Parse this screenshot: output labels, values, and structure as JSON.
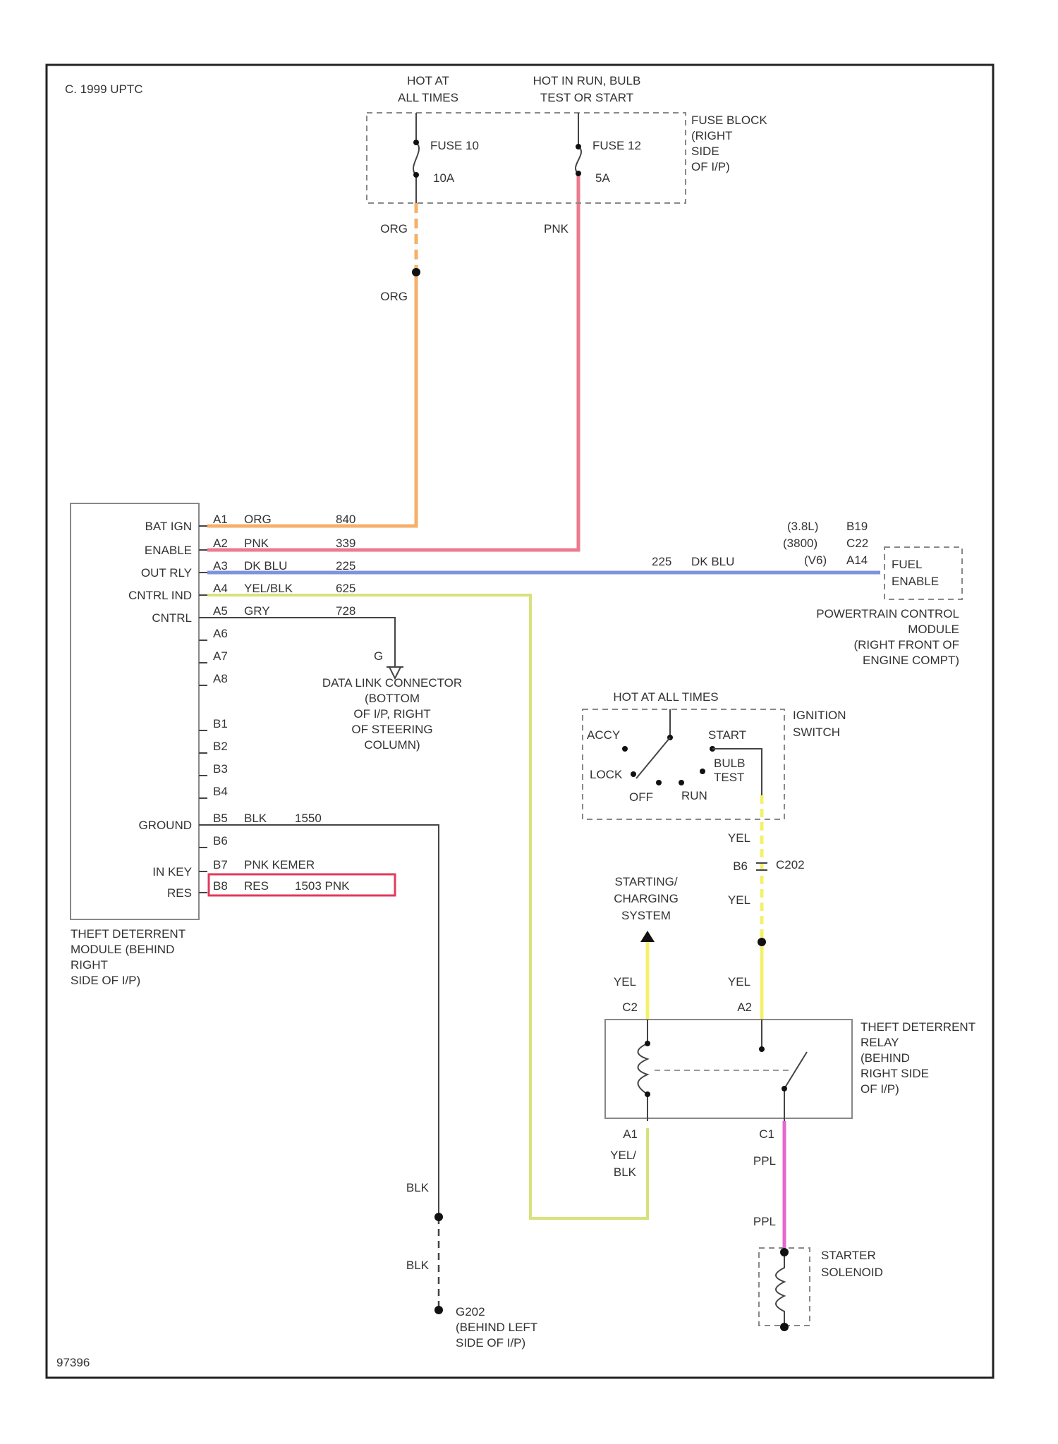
{
  "title": "C. 1999 UPTC",
  "figure_id": "97396",
  "colors": {
    "org": "#f5b06a",
    "pnk": "#ee7a8e",
    "dk_blu": "#7d93de",
    "yel_blk": "#d6e27c",
    "yel": "#f4f06e",
    "ppl": "#e768cc",
    "highlight": "#e23a5c"
  },
  "power": {
    "hot_all_times": "HOT AT ALL TIMES",
    "hot_run": "HOT IN RUN, BULB TEST OR START",
    "fuse_block": "FUSE BLOCK (RIGHT SIDE OF I/P)",
    "fuse_10": {
      "name": "FUSE 10",
      "rating": "10A"
    },
    "fuse_12": {
      "name": "FUSE 12",
      "rating": "5A"
    }
  },
  "wires": {
    "org_1": "ORG",
    "org_2": "ORG",
    "pnk": "PNK",
    "blu": {
      "circuit": "225",
      "color": "DK BLU"
    },
    "yel_1": "YEL",
    "yel_2": "YEL",
    "yel_3": "YEL",
    "yel_4": "YEL",
    "yel_blk": "YEL/ BLK",
    "ppl_1": "PPL",
    "ppl_2": "PPL",
    "blk_1": "BLK",
    "blk_2": "BLK"
  },
  "module": {
    "label": "THEFT DETERRENT MODULE (BEHIND RIGHT SIDE OF I/P)",
    "pins": [
      {
        "name": "BAT IGN",
        "pin": "A1",
        "color": "ORG",
        "circuit": "840"
      },
      {
        "name": "ENABLE",
        "pin": "A2",
        "color": "PNK",
        "circuit": "339"
      },
      {
        "name": "OUT RLY",
        "pin": "A3",
        "color": "DK BLU",
        "circuit": "225"
      },
      {
        "name": "CNTRL IND",
        "pin": "A4",
        "color": "YEL/BLK",
        "circuit": "625"
      },
      {
        "name": "CNTRL",
        "pin": "A5",
        "color": "GRY",
        "circuit": "728"
      },
      {
        "name": "",
        "pin": "A6",
        "color": "",
        "circuit": ""
      },
      {
        "name": "",
        "pin": "A7",
        "color": "",
        "circuit": ""
      },
      {
        "name": "",
        "pin": "A8",
        "color": "",
        "circuit": ""
      },
      {
        "name": "",
        "pin": "B1",
        "color": "",
        "circuit": ""
      },
      {
        "name": "",
        "pin": "B2",
        "color": "",
        "circuit": ""
      },
      {
        "name": "",
        "pin": "B3",
        "color": "",
        "circuit": ""
      },
      {
        "name": "",
        "pin": "B4",
        "color": "",
        "circuit": ""
      },
      {
        "name": "GROUND",
        "pin": "B5",
        "color": "BLK",
        "circuit": "1550"
      },
      {
        "name": "",
        "pin": "B6",
        "color": "",
        "circuit": ""
      },
      {
        "name": "IN KEY",
        "pin": "B7",
        "color": "PNK KEMER",
        "circuit": ""
      },
      {
        "name": "RES",
        "pin": "B8",
        "color": "RES",
        "circuit": "1503 PNK"
      }
    ]
  },
  "pcm": {
    "lines": [
      {
        "engine": "(3.8L)",
        "pin": "B19"
      },
      {
        "engine": "(3800)",
        "pin": "C22"
      },
      {
        "engine": "(V6)",
        "pin": "A14"
      }
    ],
    "fuel_enable": "FUEL ENABLE",
    "label": "POWERTRAIN CONTROL MODULE (RIGHT FRONT OF ENGINE COMPT)"
  },
  "dlc": {
    "pin": "G",
    "label": "DATA LINK CONNECTOR (BOTTOM OF I/P, RIGHT OF STEERING COLUMN)"
  },
  "ignition": {
    "hot": "HOT AT ALL TIMES",
    "label": "IGNITION SWITCH",
    "acc": "ACCY",
    "start": "START",
    "lock": "LOCK",
    "bulb_test": "BULB TEST",
    "off": "OFF",
    "run": "RUN"
  },
  "c202": {
    "pin": "B6",
    "name": "C202"
  },
  "starting": "STARTING/ CHARGING SYSTEM",
  "relay": {
    "label": "THEFT DETERRENT RELAY (BEHIND RIGHT SIDE OF I/P)",
    "c2": "C2",
    "a2": "A2",
    "a1": "A1",
    "c1": "C1"
  },
  "starter": "STARTER SOLENOID",
  "ground": "G202 (BEHIND LEFT SIDE OF I/P)"
}
